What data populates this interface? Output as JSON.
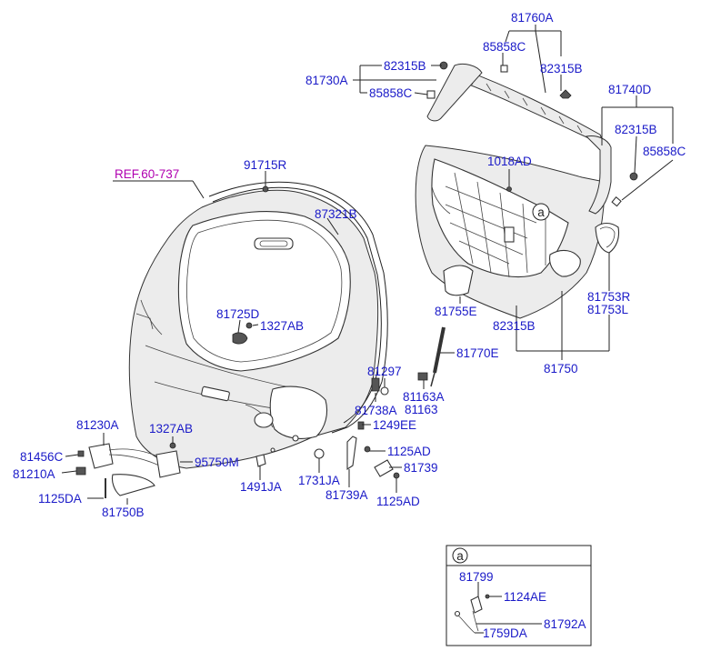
{
  "colors": {
    "label": "#1a1ac8",
    "ref_label": "#b000b0",
    "line": "#222222"
  },
  "ref_label": "REF.60-737",
  "callout_letter": "a",
  "labels": {
    "p81760A": "81760A",
    "p85858C_top": "85858C",
    "p82315B_top": "82315B",
    "p81730A": "81730A",
    "p82315B_left": "82315B",
    "p85858C_left": "85858C",
    "p81740D": "81740D",
    "p82315B_right": "82315B",
    "p85858C_right": "85858C",
    "p91715R": "91715R",
    "p87321B": "87321B",
    "p1018AD": "1018AD",
    "p81725D": "81725D",
    "p1327AB_mid": "1327AB",
    "p81755E": "81755E",
    "p81753R": "81753R",
    "p81753L": "81753L",
    "p82315B_bottom": "82315B",
    "p81770E": "81770E",
    "p81750": "81750",
    "p81297": "81297",
    "p81738A": "81738A",
    "p81163A": "81163A",
    "p81163": "81163",
    "p1249EE": "1249EE",
    "p81230A": "81230A",
    "p1327AB_left": "1327AB",
    "p81456C": "81456C",
    "p81210A": "81210A",
    "p95750M": "95750M",
    "p1125DA": "1125DA",
    "p81750B": "81750B",
    "p1491JA": "1491JA",
    "p1731JA": "1731JA",
    "p1125AD_top": "1125AD",
    "p81739": "81739",
    "p81739A": "81739A",
    "p1125AD_bottom": "1125AD",
    "p81799": "81799",
    "p1124AE": "1124AE",
    "p1759DA": "1759DA",
    "p81792A": "81792A"
  }
}
